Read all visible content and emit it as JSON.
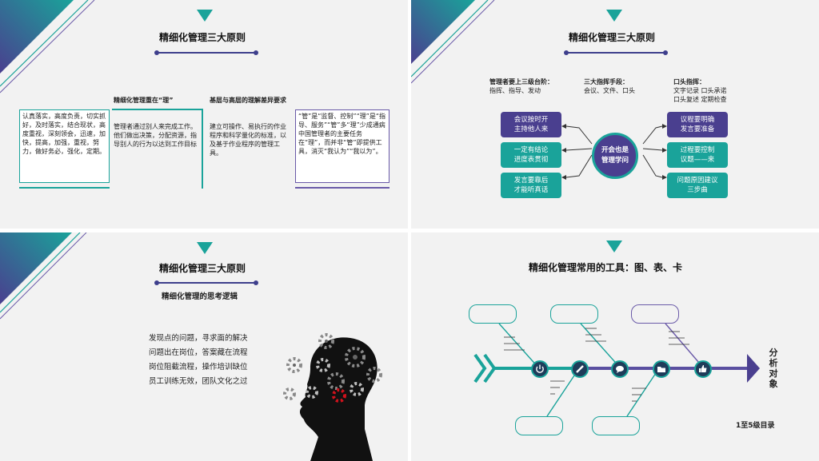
{
  "slide1": {
    "title": "精细化管理三大原则",
    "col1_text": "认真落实，高度负责，切实抓好，及时落实，结合现状，高度重视，深刻领会，迅速，加快，提高，加强，重视，努力，做好务必，强化，定期。",
    "col2_heading": "精细化管理重在“理”",
    "col2_text": "管理者通过别人来完成工作。他们做出决策，分配资源，指导别人的行为以达到工作目标",
    "col3_heading": "基层与高层的理解差异要求",
    "col3_text": "建立可操作、易执行的作业程序和科学量化的标准，以及基于作业程序的管理工具。",
    "col4_text": "“管”是“监督、控制”“理”是“指导、服务”“管”多“理”少成通病中国管理者的主要任务在“理”，而并非“管”即提供工具，消灭“我认为”“我以为”。"
  },
  "slide2": {
    "title": "精细化管理三大原则",
    "h1": "管理者要上三级台阶：",
    "h1_sub": "指挥、指导、发动",
    "h2": "三大指挥手段：",
    "h2_sub": "会议、文件、口头",
    "h3": "口头指挥：",
    "h3_sub1": "文字记录 口头承诺",
    "h3_sub2": "口头复述 定期检查",
    "left_boxes": [
      "会议按时开\n主持他人来",
      "一定有结论\n进度表贯彻",
      "发言要靠后\n才能听真话"
    ],
    "right_boxes": [
      "议程要明确\n发言要准备",
      "过程要控制\n议题——来",
      "问题原因建议\n三步曲"
    ],
    "center": "开会也是\n管理学问",
    "colors": {
      "purple": "#4a3f8f",
      "teal": "#1aa39a"
    }
  },
  "slide3": {
    "title": "精细化管理三大原则",
    "subtitle": "精细化管理的思考逻辑",
    "body_lines": [
      "发现点的问题，寻求面的解决",
      "问题出在岗位，答案藏在流程",
      "岗位阻截流程，操作培训缺位",
      "员工训练无效，团队文化之过"
    ]
  },
  "slide4": {
    "title": "精细化管理常用的工具：图、表、卡",
    "head_label": "分析对象",
    "footer": "1至5级目录",
    "icons": [
      "power-icon",
      "pencil-icon",
      "chat-icon",
      "folder-icon",
      "thumbs-up-icon"
    ],
    "colors": {
      "teal": "#1aa39a",
      "purple": "#6a5aa8",
      "navy": "#1f3c5a"
    }
  }
}
